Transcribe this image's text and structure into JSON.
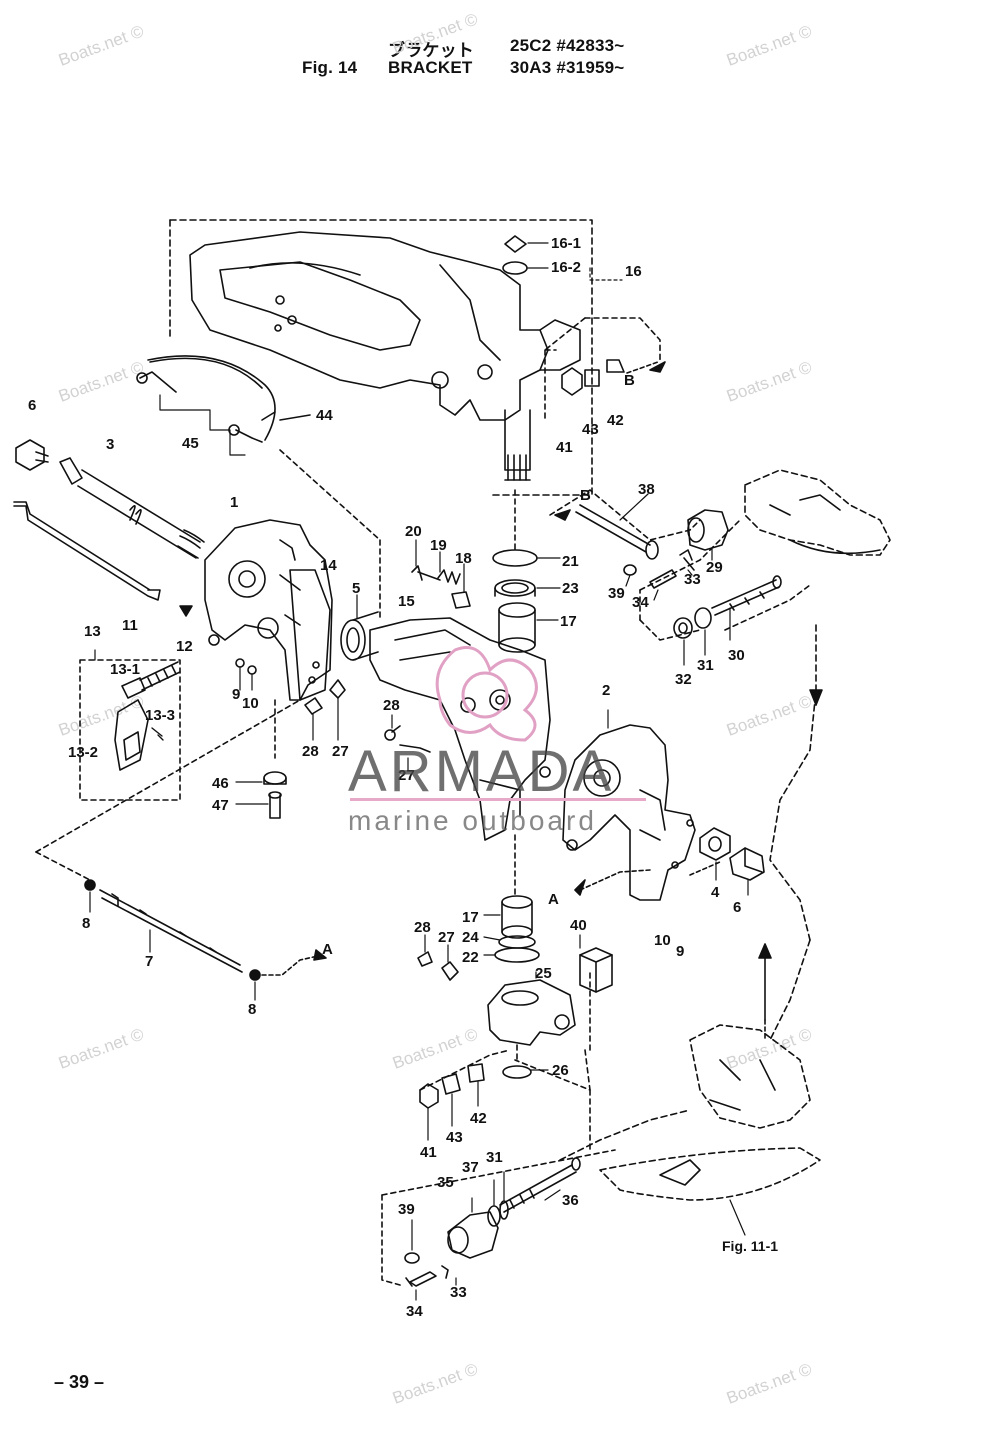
{
  "header": {
    "jp_title": "ブラケット",
    "fig_label": "Fig. 14",
    "title": "BRACKET",
    "model_1": "25C2 #42833~",
    "model_2": "30A3 #31959~"
  },
  "watermarks": [
    "Boats.net ©",
    "Boats.net ©",
    "Boats.net ©",
    "Boats.net ©",
    "Boats.net ©",
    "Boats.net ©",
    "Boats.net ©",
    "Boats.net ©",
    "Boats.net ©",
    "Boats.net ©",
    "Boats.net ©",
    "Boats.net ©"
  ],
  "brand": {
    "name": "ARMADA",
    "tagline": "marine outboard",
    "accent": "#e1a1c5"
  },
  "callouts": [
    "16-1",
    "16-2",
    "16",
    "B",
    "41",
    "43",
    "42",
    "6",
    "44",
    "45",
    "3",
    "1",
    "14",
    "5",
    "15",
    "20",
    "19",
    "18",
    "21",
    "23",
    "17",
    "11",
    "12",
    "13",
    "13-1",
    "13-3",
    "13-2",
    "9",
    "10",
    "28",
    "27",
    "28",
    "27",
    "46",
    "47",
    "2",
    "B",
    "38",
    "29",
    "33",
    "39",
    "34",
    "30",
    "32",
    "31",
    "4",
    "6",
    "A",
    "10",
    "9",
    "17",
    "24",
    "22",
    "28",
    "27",
    "40",
    "25",
    "26",
    "41",
    "43",
    "42",
    "8",
    "7",
    "8",
    "A",
    "35",
    "37",
    "31",
    "36",
    "39",
    "34",
    "33"
  ],
  "figure_ref": "Fig. 11-1",
  "page_number": "– 39 –",
  "colors": {
    "ink": "#111111",
    "watermark": "#d2d2d2",
    "brand_accent": "#e1a1c5"
  }
}
